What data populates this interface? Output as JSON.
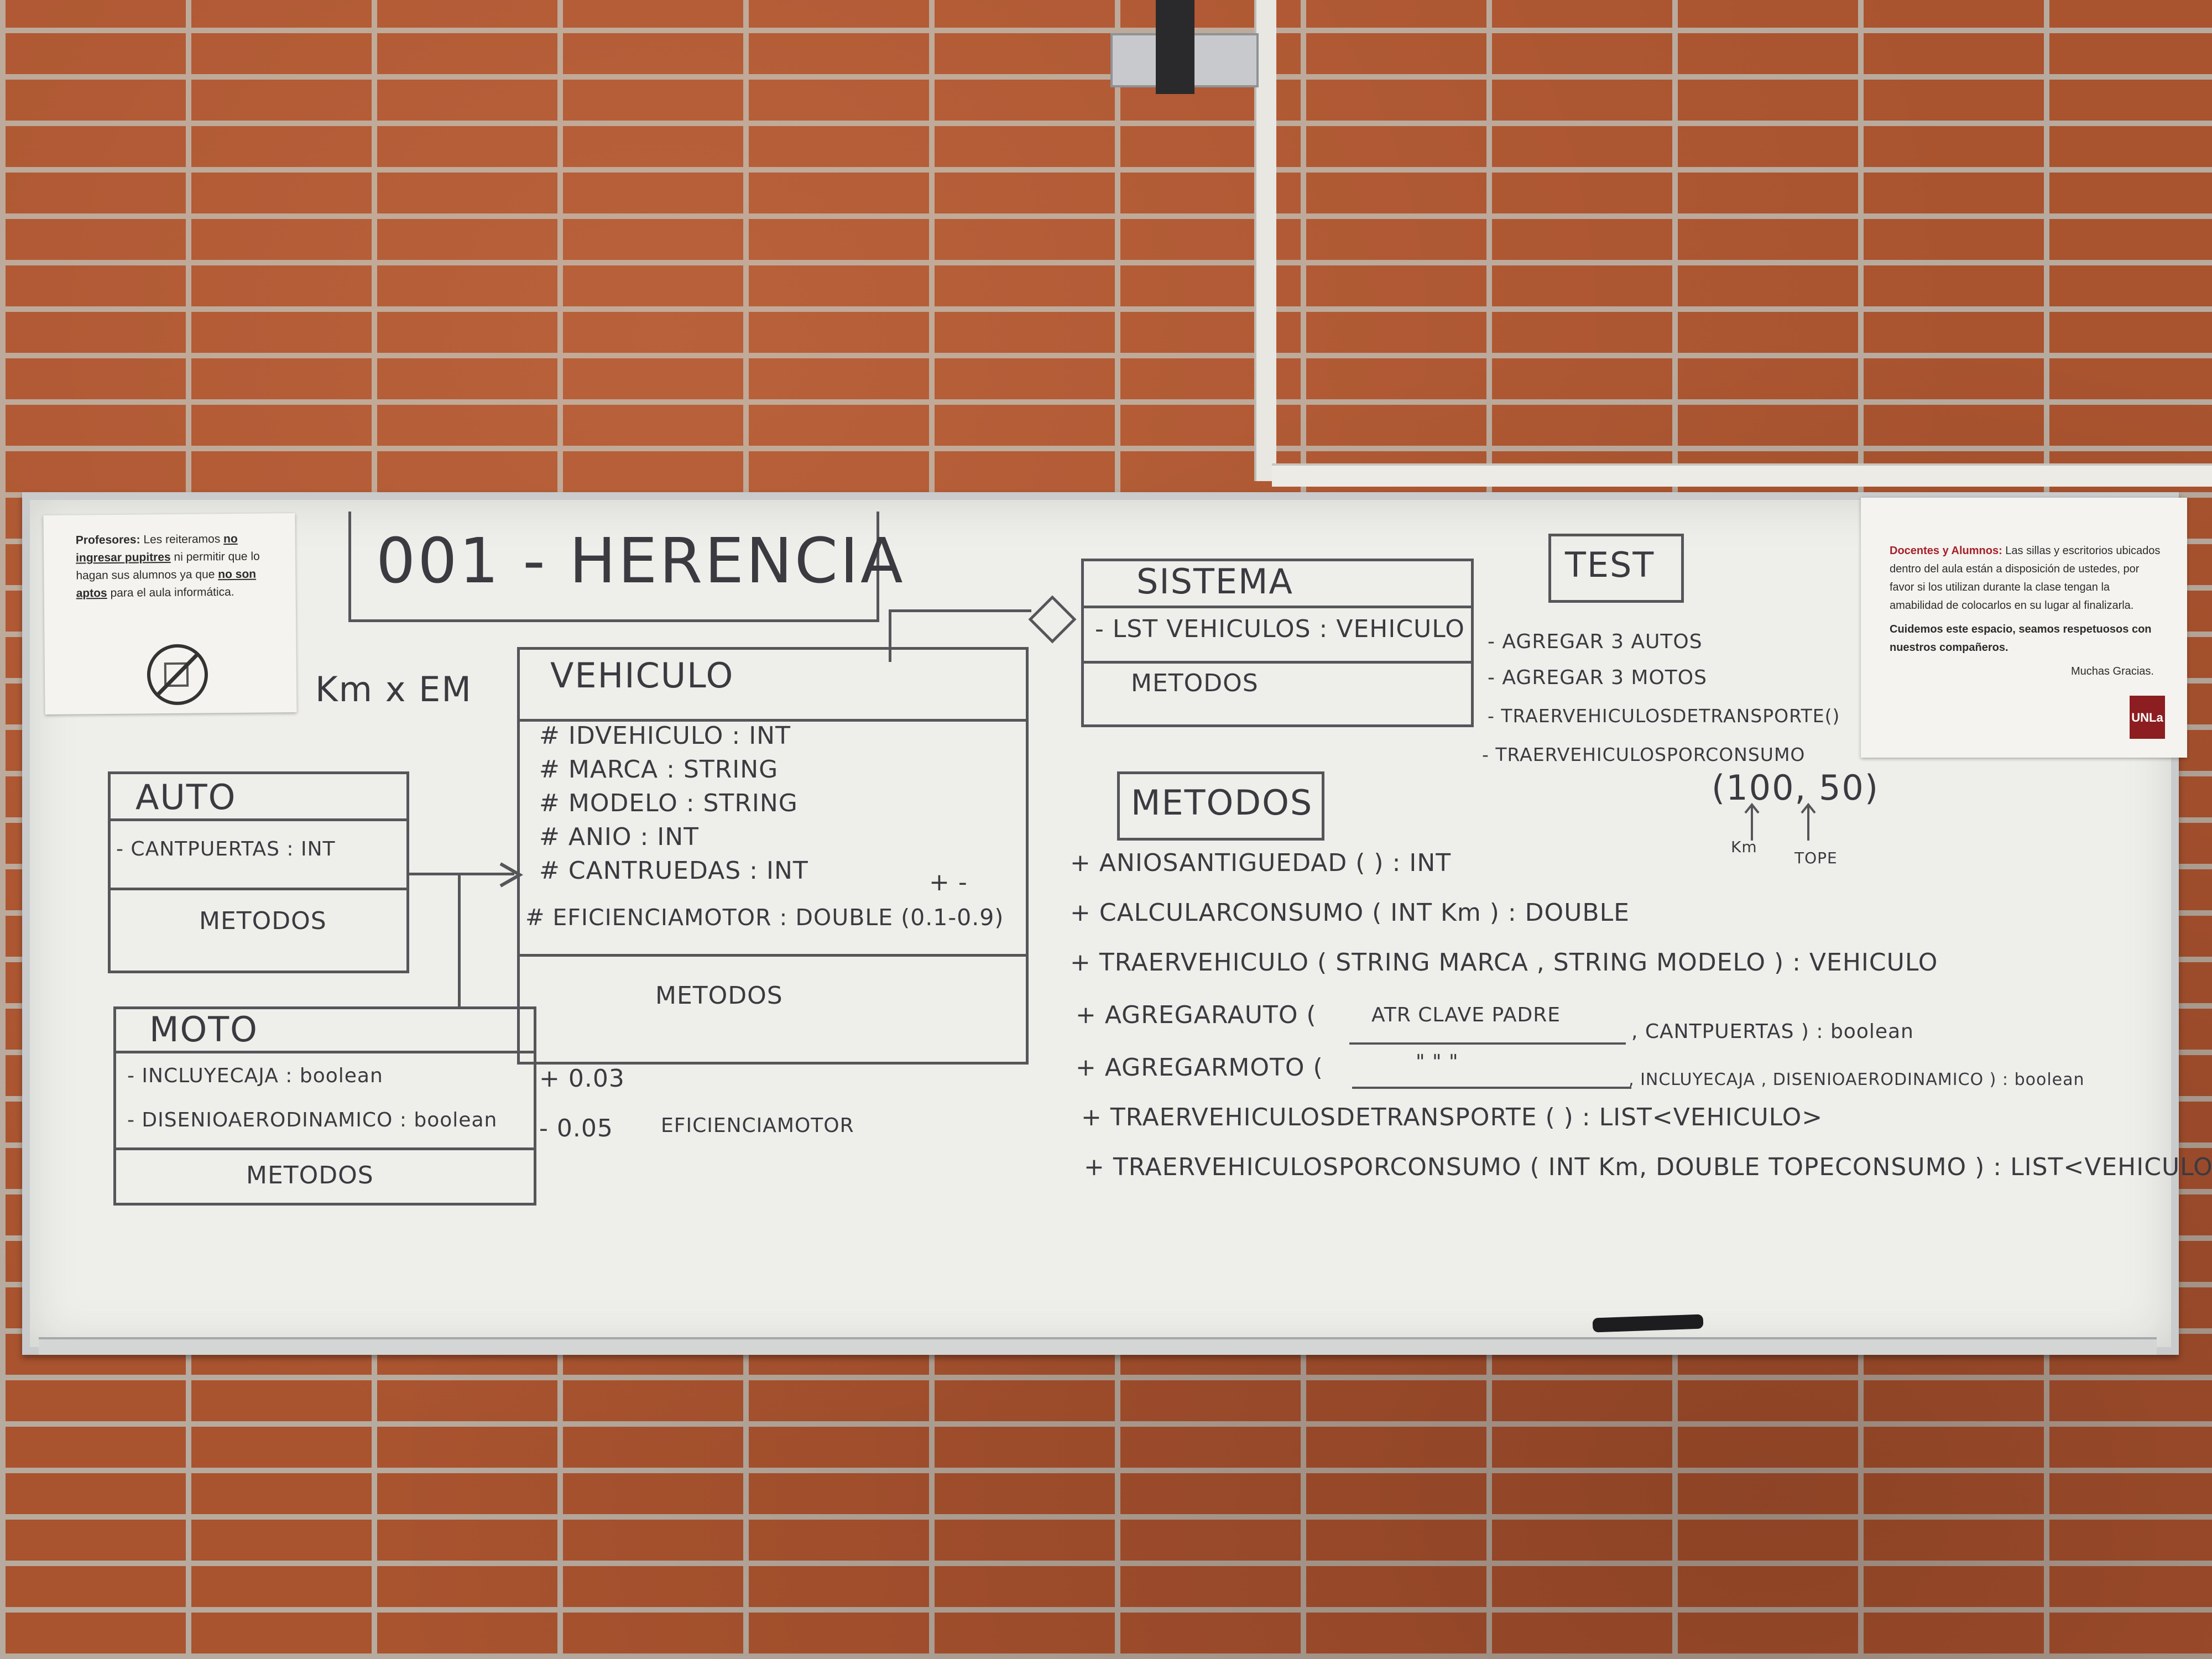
{
  "title": "001 - HERENCIA",
  "side_note": "Km x EM",
  "classes": {
    "vehiculo": {
      "name": "VEHICULO",
      "attributes": [
        "# IDVEHICULO : INT",
        "# MARCA : STRING",
        "# MODELO : STRING",
        "# ANIO : INT",
        "# CANTRUEDAS : INT",
        "# EFICIENCIAMOTOR : DOUBLE (0.1-0.9)"
      ],
      "plus_minus": "+   -",
      "methods": "METODOS"
    },
    "auto": {
      "name": "AUTO",
      "attributes": [
        "- CANTPUERTAS : INT"
      ],
      "methods": "METODOS"
    },
    "moto": {
      "name": "MOTO",
      "attributes": [
        "- INCLUYECAJA : boolean",
        "- DISENIOAERODINAMICO : boolean"
      ],
      "methods": "METODOS"
    },
    "sistema": {
      "name": "SISTEMA",
      "attributes": [
        "- LST VEHICULOS : VEHICULO"
      ],
      "methods": "METODOS"
    }
  },
  "efficiency_notes": [
    "+ 0.03",
    "- 0.05"
  ],
  "efficiency_target": "EFICIENCIAMOTOR",
  "test": {
    "label": "TEST",
    "items": [
      "- AGREGAR 3 AUTOS",
      "- AGREGAR 3 MOTOS",
      "- TRAERVEHICULOSDETRANSPORTE()",
      "- TRAERVEHICULOSPORCONSUMO"
    ],
    "params": "(100, 50)",
    "param_labels": [
      "Km",
      "TOPE"
    ]
  },
  "metodos": {
    "label": "METODOS",
    "items": [
      "+ ANIOSANTIGUEDAD ( ) : INT",
      "+ CALCULARCONSUMO ( INT Km ) : DOUBLE",
      "+ TRAERVEHICULO ( STRING MARCA , STRING MODELO ) : VEHICULO",
      "+ AGREGARAUTO (",
      "+ AGREGARMOTO (",
      "+ TRAERVEHICULOSDETRANSPORTE ( ) : LIST<VEHICULO>",
      "+ TRAERVEHICULOSPORCONSUMO ( INT Km, DOUBLE TOPECONSUMO ) : LIST<VEHICULO>"
    ],
    "auto_params": "ATR CLAVE PADRE",
    "auto_tail": ", CANTPUERTAS ) : boolean",
    "moto_params": "\"     \"     \"",
    "moto_tail": ", INCLUYECAJA , DISENIOAERODINAMICO ) : boolean"
  },
  "notice_left": {
    "lead": "Profesores:",
    "text1": " Les reiteramos ",
    "em1": "no ingresar pupitres",
    "text2": " ni permitir que lo hagan sus alumnos ya que ",
    "em2": "no son aptos",
    "text3": " para el aula informática."
  },
  "notice_right": {
    "lead": "Docentes y Alumnos:",
    "text": " Las sillas y escritorios ubicados dentro del aula están a disposición de ustedes, por favor si los utilizan durante la clase tengan la amabilidad de colocarlos en su lugar al finalizarla.",
    "bold": "Cuidemos este espacio, seamos respetuosos con nuestros compañeros.",
    "thanks": "Muchas Gracias.",
    "logo": "UNLa"
  },
  "colors": {
    "brick": "#a9532f",
    "mortar": "#b7ab9f",
    "board": "#eeefea",
    "ink": "#3a3a40"
  }
}
